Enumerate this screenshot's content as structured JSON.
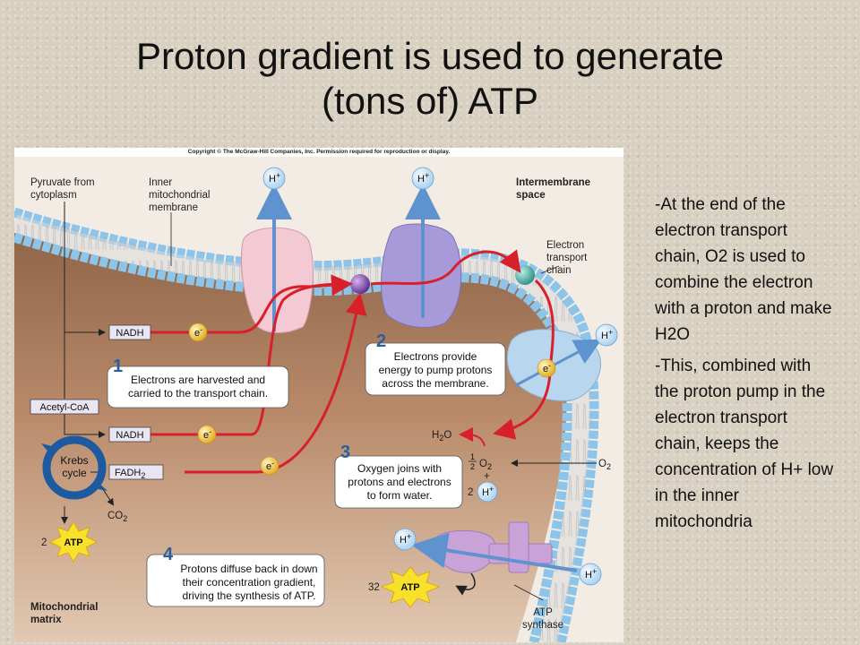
{
  "title": {
    "line1": "Proton gradient is used to generate",
    "line2": "(tons of) ATP"
  },
  "figure": {
    "copyright": "Copyright © The McGraw-Hill Companies, Inc. Permission required for reproduction or display.",
    "labels": {
      "pyruvate_line1": "Pyruvate from",
      "pyruvate_line2": "cytoplasm",
      "inner_line1": "Inner",
      "inner_line2": "mitochondrial",
      "inner_line3": "membrane",
      "intermembrane_line1": "Intermembrane",
      "intermembrane_line2": "space",
      "etc_line1": "Electron",
      "etc_line2": "transport",
      "etc_line3": "chain",
      "matrix_line1": "Mitochondrial",
      "matrix_line2": "matrix",
      "atp_synthase_line1": "ATP",
      "atp_synthase_line2": "synthase",
      "krebs_line1": "Krebs",
      "krebs_line2": "cycle",
      "co2": "CO",
      "co2_sub": "2",
      "o2_right": "O",
      "o2_right_sub": "2",
      "h2o": "H",
      "h2o_sub": "2",
      "h2o_end": "O",
      "half_o2_num": "1",
      "half_o2_den": "2",
      "half_o2": "O",
      "half_o2_sub": "2",
      "plus": "+",
      "two_h": "2",
      "atp_count_small": "2",
      "atp_count_large": "32"
    },
    "tags": {
      "nadh": "NADH",
      "acetyl_coa": "Acetyl-CoA",
      "fadh": "FADH",
      "fadh_sub": "2"
    },
    "ions": {
      "h_plus": "H",
      "h_plus_sup": "+",
      "electron": "e",
      "electron_sup": "-",
      "atp": "ATP"
    },
    "steps": [
      {
        "number": "1",
        "line1": "Electrons are harvested and",
        "line2": "carried to the transport chain.",
        "line3": ""
      },
      {
        "number": "2",
        "line1": "Electrons provide",
        "line2": "energy to pump protons",
        "line3": "across the membrane."
      },
      {
        "number": "3",
        "line1": "Oxygen joins with",
        "line2": "protons and electrons",
        "line3": "to form water."
      },
      {
        "number": "4",
        "line1": "Protons diffuse back in down",
        "line2": "their concentration gradient,",
        "line3": "driving the synthesis of ATP."
      }
    ]
  },
  "notes": [
    "-At the end of the electron transport chain, O2 is used to combine the electron with a proton and make H2O",
    "-This, combined with the proton pump in the electron transport chain, keeps the concentration of H+ low in the inner mitochondria"
  ],
  "colors": {
    "matrix": "#b98b6b",
    "intermembrane": "#f3ece4",
    "membrane_head": "#8cc4ea",
    "complex_pink": "#f3c9d4",
    "complex_purple": "#a79ad8",
    "complex_blue": "#b8d6ee",
    "atp_synthase": "#c9a3d8",
    "electron_path": "#d8202a",
    "proton_arrow": "#5f93cf",
    "krebs": "#1e5aa0",
    "step_number": "#2a5f9e"
  }
}
